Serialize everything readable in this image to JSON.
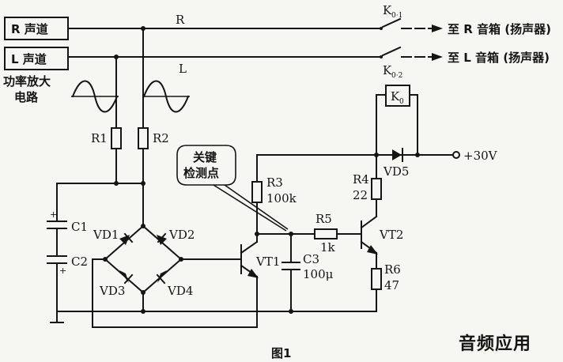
{
  "figure": {
    "caption": "图1",
    "brand": "音频应用"
  },
  "amp": {
    "r_channel": "R 声道",
    "l_channel": "L 声道",
    "name_line1": "功率放大",
    "name_line2": "电路"
  },
  "lines": {
    "r_line": "R",
    "l_line": "L",
    "r_out": "至 R 音箱 (扬声器)",
    "l_out": "至 L 音箱 (扬声器)"
  },
  "relay": {
    "contact1": "K",
    "contact1_sub": "0·1",
    "contact2": "K",
    "contact2_sub": "0·2",
    "coil": "K",
    "coil_sub": "0"
  },
  "supply": {
    "label": "+30V"
  },
  "callout": {
    "line1": "关键",
    "line2": "检测点"
  },
  "components": {
    "r1": "R1",
    "r2": "R2",
    "c1": "C1",
    "c2": "C2",
    "vd1": "VD1",
    "vd2": "VD2",
    "vd3": "VD3",
    "vd4": "VD4",
    "vd5": "VD5",
    "vt1": "VT1",
    "vt2": "VT2",
    "r3_name": "R3",
    "r3_value": "100k",
    "c3_name": "C3",
    "c3_value": "100μ",
    "r5_name": "R5",
    "r5_value": "1k",
    "r4_name": "R4",
    "r4_value": "22",
    "r6_name": "R6",
    "r6_value": "47"
  }
}
